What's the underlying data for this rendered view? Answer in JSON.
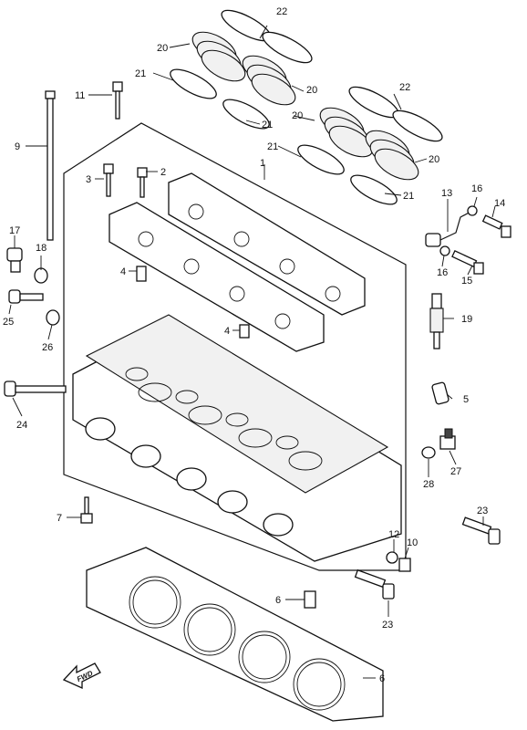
{
  "diagram": {
    "callouts": [
      "1",
      "2",
      "3",
      "4",
      "4",
      "5",
      "6",
      "7",
      "8",
      "9",
      "10",
      "11",
      "12",
      "13",
      "14",
      "15",
      "16",
      "16",
      "17",
      "18",
      "19",
      "20",
      "20",
      "20",
      "20",
      "21",
      "21",
      "21",
      "21",
      "22",
      "22",
      "23",
      "23",
      "24",
      "25",
      "26",
      "27",
      "28"
    ],
    "direction_badge": "FWD"
  }
}
